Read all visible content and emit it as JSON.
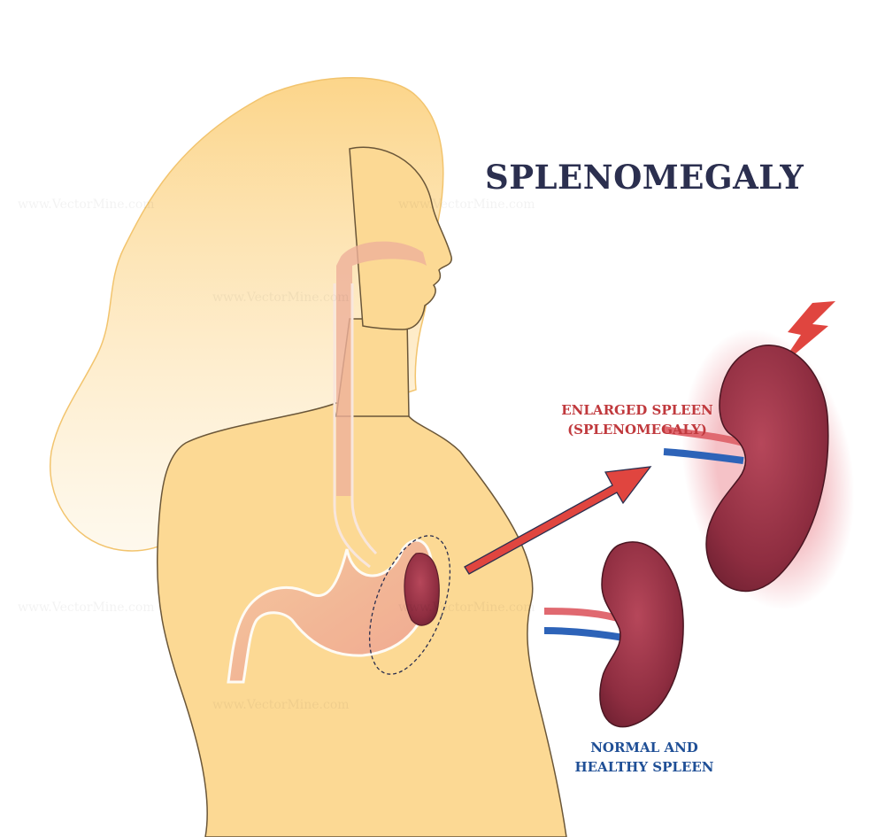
{
  "title": "SPLENOMEGALY",
  "enlarged_label": {
    "line1": "ENLARGED SPLEEN",
    "line2": "(SPLENOMEGALY)"
  },
  "normal_label": {
    "line1": "NORMAL AND",
    "line2": "HEALTHY SPLEEN"
  },
  "watermark": "www.VectorMine.com",
  "colors": {
    "title": "#2b2f4f",
    "enlarged": "#c0393d",
    "normal": "#1f4f96",
    "body_skin": "#fcd994",
    "spleen": "#8a2c3e",
    "arrow": "#e0453f"
  }
}
